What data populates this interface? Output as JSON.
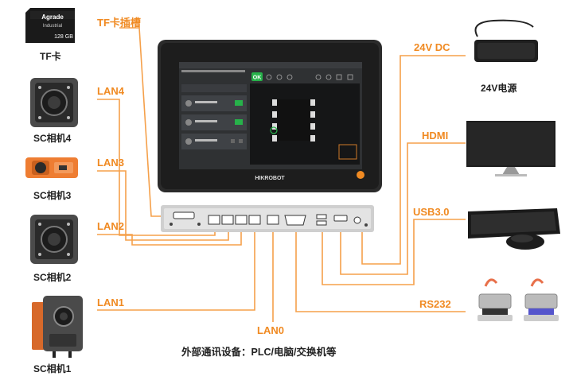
{
  "labels": {
    "tf_card": "TF卡",
    "tf_slot": "TF卡插槽",
    "sc_cam4": "SC相机4",
    "sc_cam3": "SC相机3",
    "sc_cam2": "SC相机2",
    "sc_cam1": "SC相机1",
    "lan4": "LAN4",
    "lan3": "LAN3",
    "lan2": "LAN2",
    "lan1": "LAN1",
    "lan0": "LAN0",
    "dc24": "24V DC",
    "psu": "24V电源",
    "hdmi": "HDMI",
    "usb": "USB3.0",
    "rs232": "RS232",
    "external": "外部通讯设备：PLC/电脑/交换机等"
  },
  "sd_card": {
    "brand": "Agrade",
    "line1": "Industrial",
    "capacity": "128 GB"
  },
  "screen": {
    "ok": "OK",
    "brand": "HIKROBOT"
  },
  "colors": {
    "accent": "#f08a22",
    "line": "#f5a04a",
    "device": "#2b2b2b"
  }
}
